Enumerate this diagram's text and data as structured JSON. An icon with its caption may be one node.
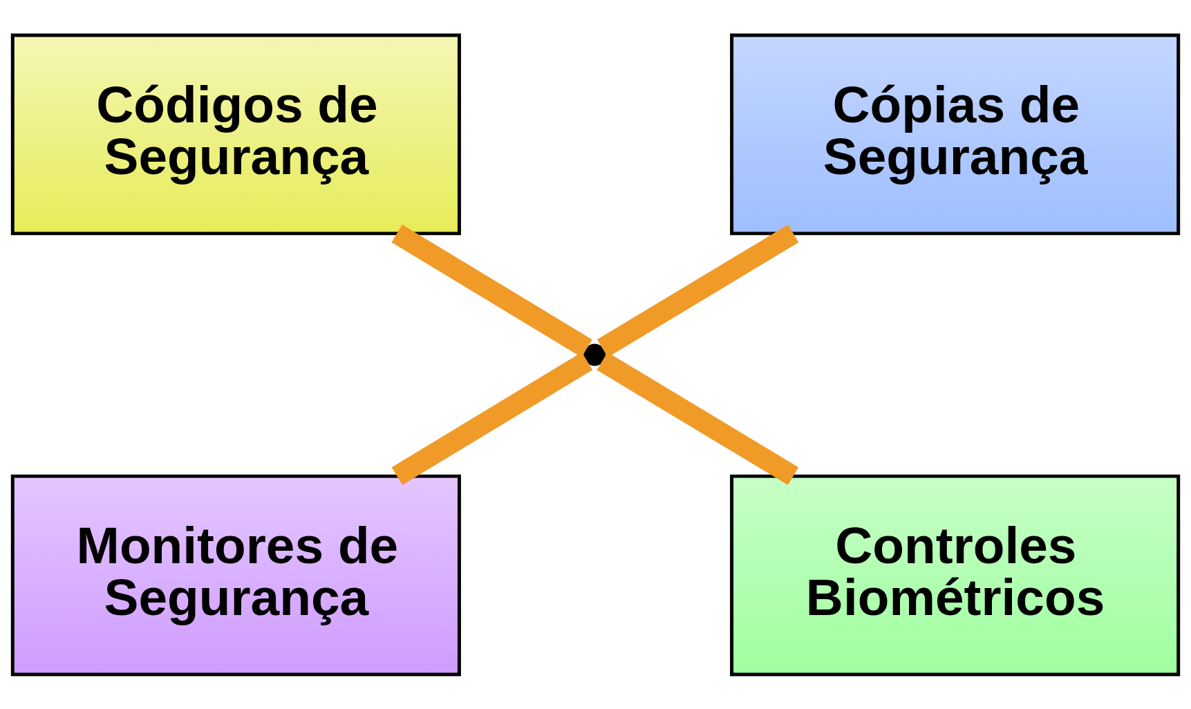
{
  "diagram": {
    "nodes": [
      {
        "text": [
          "Códigos de Segurança"
        ]
      },
      {
        "text": [
          "Cópias de Segurança"
        ]
      },
      {
        "text": [
          "Monitores de Segurança"
        ]
      },
      {
        "text": [
          "Controles Biométricos"
        ]
      },
      {
        "text": [],
        "shape": "point"
      }
    ],
    "edges": [
      {
        "from": 0,
        "to": 4,
        "arrow": "none"
      },
      {
        "from": 1,
        "to": 4,
        "arrow": "none"
      },
      {
        "from": 4,
        "to": 2,
        "arrow": "none"
      },
      {
        "from": 4,
        "to": 3,
        "arrow": "none"
      }
    ]
  }
}
